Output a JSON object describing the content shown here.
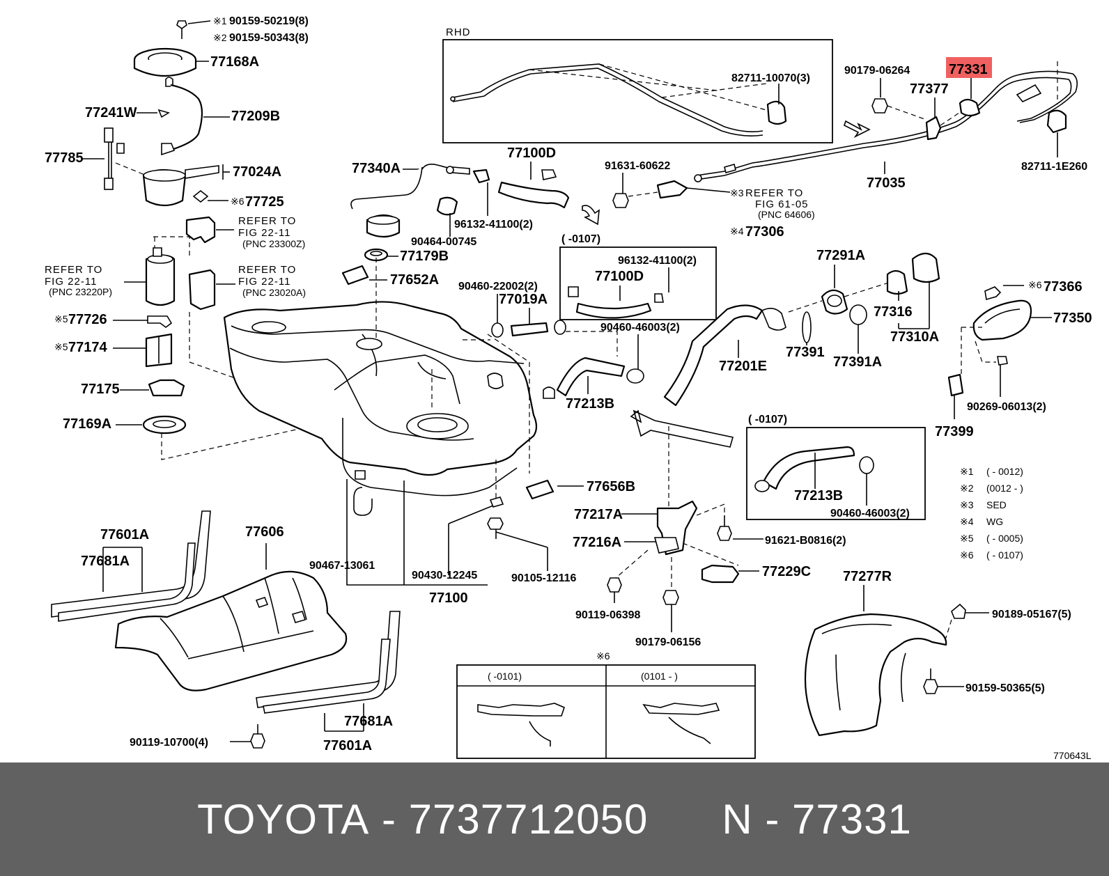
{
  "diagram": {
    "rhd_label": "RHD",
    "figure_code": "770643L",
    "highlight_color": "#f06060",
    "highlighted_part": "77331",
    "callouts": {
      "c90159_50219": "90159-50219(8)",
      "c90159_50343": "90159-50343(8)",
      "mark1": "※1",
      "mark2": "※2",
      "c77168A": "77168A",
      "c77241W": "77241W",
      "c77209B": "77209B",
      "c77785": "77785",
      "c77024A": "77024A",
      "mark6_a": "※6",
      "c77725": "77725",
      "ref_22_11a_1": "REFER TO",
      "ref_22_11a_2": "FIG 22-11",
      "ref_22_11a_3": "(PNC 23300Z)",
      "ref_22_11b_1": "REFER TO",
      "ref_22_11b_2": "FIG 22-11",
      "ref_22_11b_3": "(PNC 23220P)",
      "ref_22_11c_1": "REFER TO",
      "ref_22_11c_2": "FIG 22-11",
      "ref_22_11c_3": "(PNC 23020A)",
      "mark5_a": "※5",
      "c77726": "77726",
      "mark5_b": "※5",
      "c77174": "77174",
      "c77175": "77175",
      "c77169A": "77169A",
      "c77340A": "77340A",
      "c77100D_top": "77100D",
      "c90464_00745": "90464-00745",
      "c96132_41100_top": "96132-41100(2)",
      "c77179B": "77179B",
      "c77652A": "77652A",
      "c91631_60622": "91631-60622",
      "mark3": "※3",
      "ref_61_05_1": "REFER TO",
      "ref_61_05_2": "FIG 61-05",
      "ref_61_05_3": "(PNC 64606)",
      "mark4": "※4",
      "c77306": "77306",
      "c82711_10070": "82711-10070(3)",
      "c90179_06264": "90179-06264",
      "c77331": "77331",
      "c77377": "77377",
      "c77035": "77035",
      "c82711_1E260": "82711-1E260",
      "box1_range": "(      -0107)",
      "c96132_41100_box": "96132-41100(2)",
      "c77100D_box": "77100D",
      "c90460_22002": "90460-22002(2)",
      "c77019A": "77019A",
      "c90460_46003_main": "90460-46003(2)",
      "c77291A": "77291A",
      "c77316": "77316",
      "c77310A": "77310A",
      "c77201E": "77201E",
      "c77391": "77391",
      "c77391A": "77391A",
      "mark6_b": "※6",
      "c77366": "77366",
      "c77350": "77350",
      "c90269_06013": "90269-06013(2)",
      "c77399": "77399",
      "c77213B_main": "77213B",
      "box2_range": "(      -0107)",
      "c77213B_box": "77213B",
      "c90460_46003_box": "90460-46003(2)",
      "c77656B": "77656B",
      "c77217A": "77217A",
      "c77216A": "77216A",
      "c91621_B0816": "91621-B0816(2)",
      "c77229C": "77229C",
      "c77277R": "77277R",
      "c90467_13061": "90467-13061",
      "c90430_12245": "90430-12245",
      "c90105_12116": "90105-12116",
      "c77100": "77100",
      "c90119_06398": "90119-06398",
      "c90179_06156": "90179-06156",
      "c90189_05167": "90189-05167(5)",
      "c90159_50365": "90159-50365(5)",
      "c77601A_top": "77601A",
      "c77681A_top": "77681A",
      "c77606": "77606",
      "c77681A_bottom": "77681A",
      "c77601A_bottom": "77601A",
      "c90119_10700": "90119-10700(4)",
      "mark6_c": "※6",
      "inset_col1": "(    -0101)",
      "inset_col2": "(0101 -     )"
    },
    "notes": [
      {
        "mark": "※1",
        "text": "(          - 0012)"
      },
      {
        "mark": "※2",
        "text": "(0012  -          )"
      },
      {
        "mark": "※3",
        "text": "SED"
      },
      {
        "mark": "※4",
        "text": "WG"
      },
      {
        "mark": "※5",
        "text": "(          - 0005)"
      },
      {
        "mark": "※6",
        "text": "(          - 0107)"
      }
    ]
  },
  "footer": {
    "brand": "TOYOTA",
    "separator": " - ",
    "part_number": "7737712050",
    "gap": "      ",
    "pnc_label": "N - 77331"
  }
}
